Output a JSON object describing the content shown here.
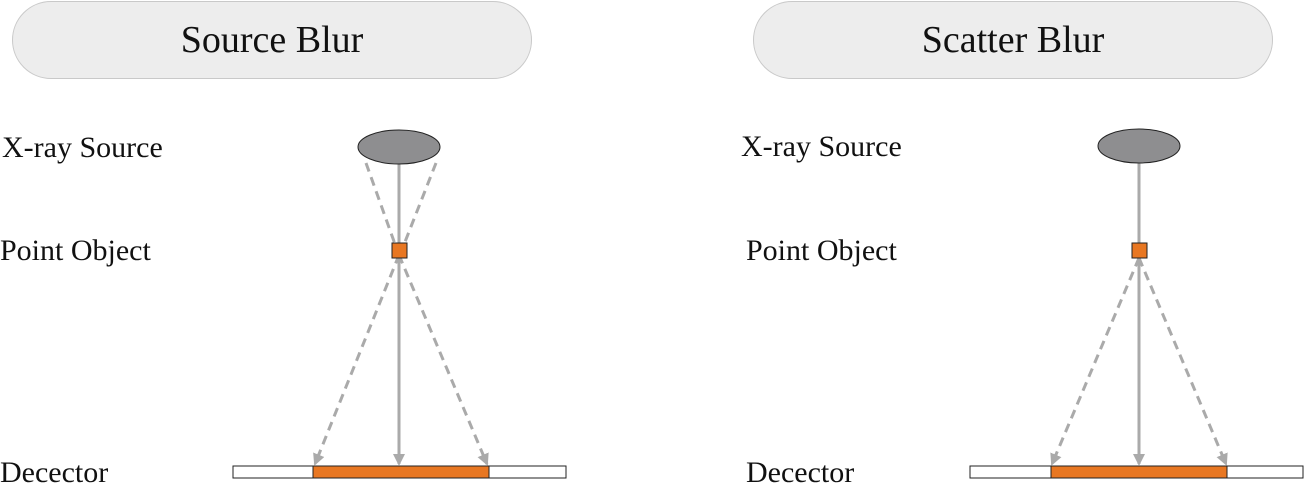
{
  "panels": [
    {
      "title": "Source Blur",
      "labels": {
        "source": "X-ray Source",
        "object": "Point Object",
        "detector": "Decector"
      }
    },
    {
      "title": "Scatter Blur",
      "labels": {
        "source": "X-ray Source",
        "object": "Point Object",
        "detector": "Decector"
      }
    }
  ],
  "colors": {
    "source": "#8e8e90",
    "object": "#e87722",
    "blur_band": "#e87722",
    "ray": "#aaaaaa",
    "pill_fill": "#ededed"
  }
}
